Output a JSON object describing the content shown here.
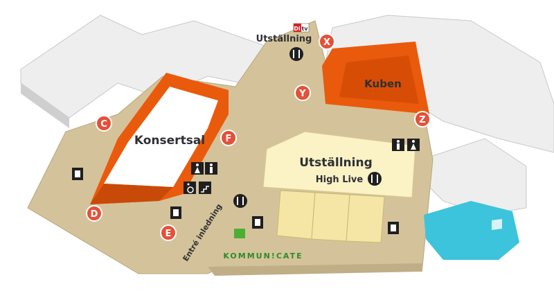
{
  "map": {
    "labels": {
      "konsertsal": "Konsertsal",
      "kuben": "Kuben",
      "utstallning_top": "Utställning",
      "utstallning_main": "Utställning",
      "high_live": "High Live",
      "entre": "Entré inledning",
      "kommunicate": "KOMMUN!CATE",
      "di_tv_left": "Di",
      "di_tv_right": "tv"
    },
    "markers": [
      {
        "id": "X",
        "label": "X"
      },
      {
        "id": "Y",
        "label": "Y"
      },
      {
        "id": "Z",
        "label": "Z"
      },
      {
        "id": "C",
        "label": "C"
      },
      {
        "id": "F",
        "label": "F"
      },
      {
        "id": "D",
        "label": "D"
      },
      {
        "id": "E",
        "label": "E"
      }
    ],
    "colors": {
      "floor": "#d4c39a",
      "wall": "#f2f2f2",
      "wall_shadow": "#c9c9c9",
      "hall": "#ea5a0c",
      "exhibition": "#fbf2c6",
      "exhibition_booth": "#f5e6a6",
      "marker": "#e4513a",
      "water": "#3cc4dc",
      "green": "#4caf34",
      "label_dark": "#2e3033"
    },
    "icons": [
      "restaurant-icon",
      "elevator-icon",
      "toilet-women-icon",
      "toilet-men-icon",
      "wheelchair-icon",
      "stairs-icon"
    ]
  }
}
